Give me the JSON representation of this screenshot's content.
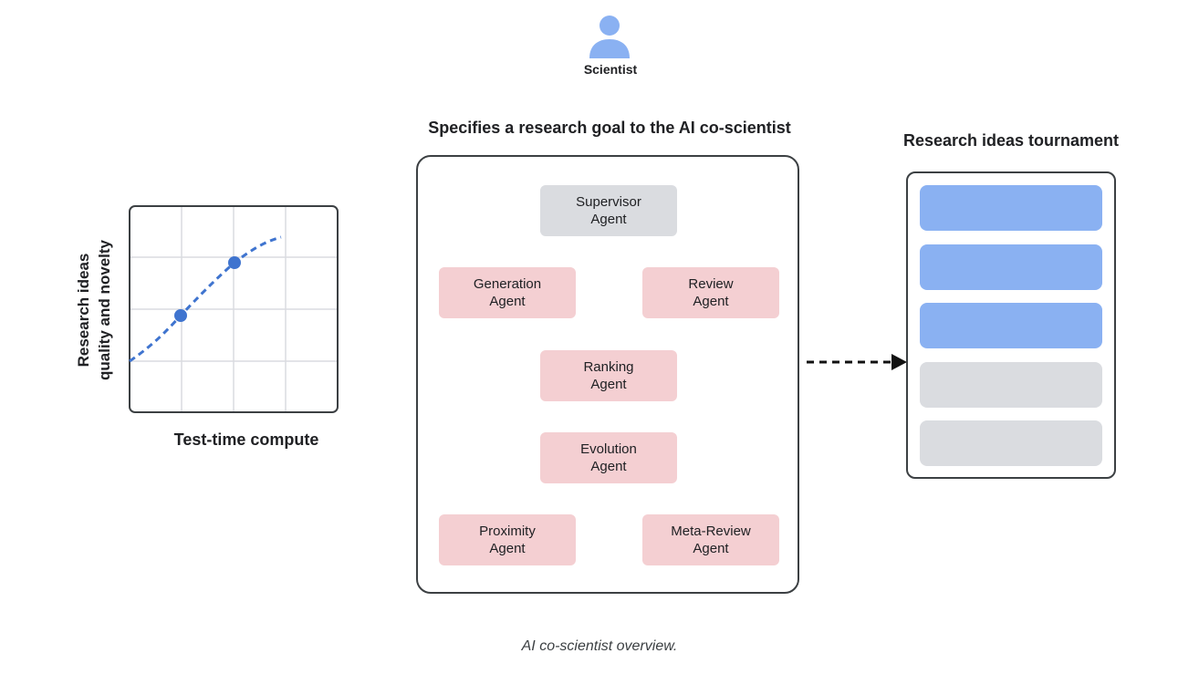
{
  "scientist": {
    "icon": "person-icon",
    "label": "Scientist",
    "color": "#8ab1f2"
  },
  "goal_title": "Specifies a research goal to the AI co-scientist",
  "agents": {
    "supervisor": "Supervisor\nAgent",
    "generation": "Generation\nAgent",
    "review": "Review\nAgent",
    "ranking": "Ranking\nAgent",
    "evolution": "Evolution\nAgent",
    "proximity": "Proximity\nAgent",
    "meta_review": "Meta-Review\nAgent"
  },
  "tournament": {
    "title": "Research ideas tournament",
    "slots": [
      "blue",
      "blue",
      "blue",
      "grey",
      "grey"
    ]
  },
  "chart": {
    "xlabel": "Test-time compute",
    "ylabel_line1": "Research ideas",
    "ylabel_line2": "quality and novelty"
  },
  "caption": "AI co-scientist overview.",
  "colors": {
    "supervisor": "#dadce0",
    "agent": "#f4cfd2",
    "slot_active": "#8ab1f2",
    "slot_inactive": "#dadce0",
    "curve": "#3f74cf"
  }
}
